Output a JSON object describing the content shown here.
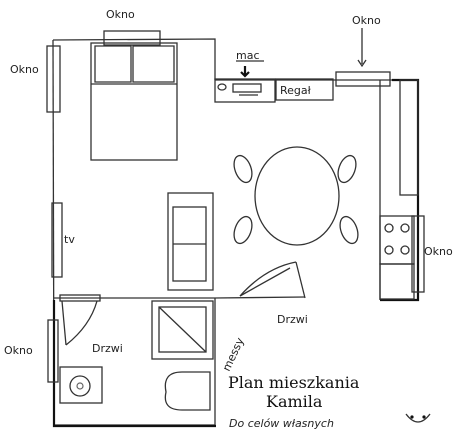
{
  "labels": {
    "okno_top": "Okno",
    "okno_top_right": "Okno",
    "okno_left": "Okno",
    "okno_right": "Okno",
    "okno_bottom_left": "Okno",
    "mac": "mac",
    "regal": "Regał",
    "tv": "tv",
    "drzwi_center": "Drzwi",
    "drzwi_bath": "Drzwi",
    "messy": "messy"
  },
  "title": {
    "line1": "Plan mieszkania",
    "line2": "Kamila",
    "line3": "Do celów własnych"
  }
}
